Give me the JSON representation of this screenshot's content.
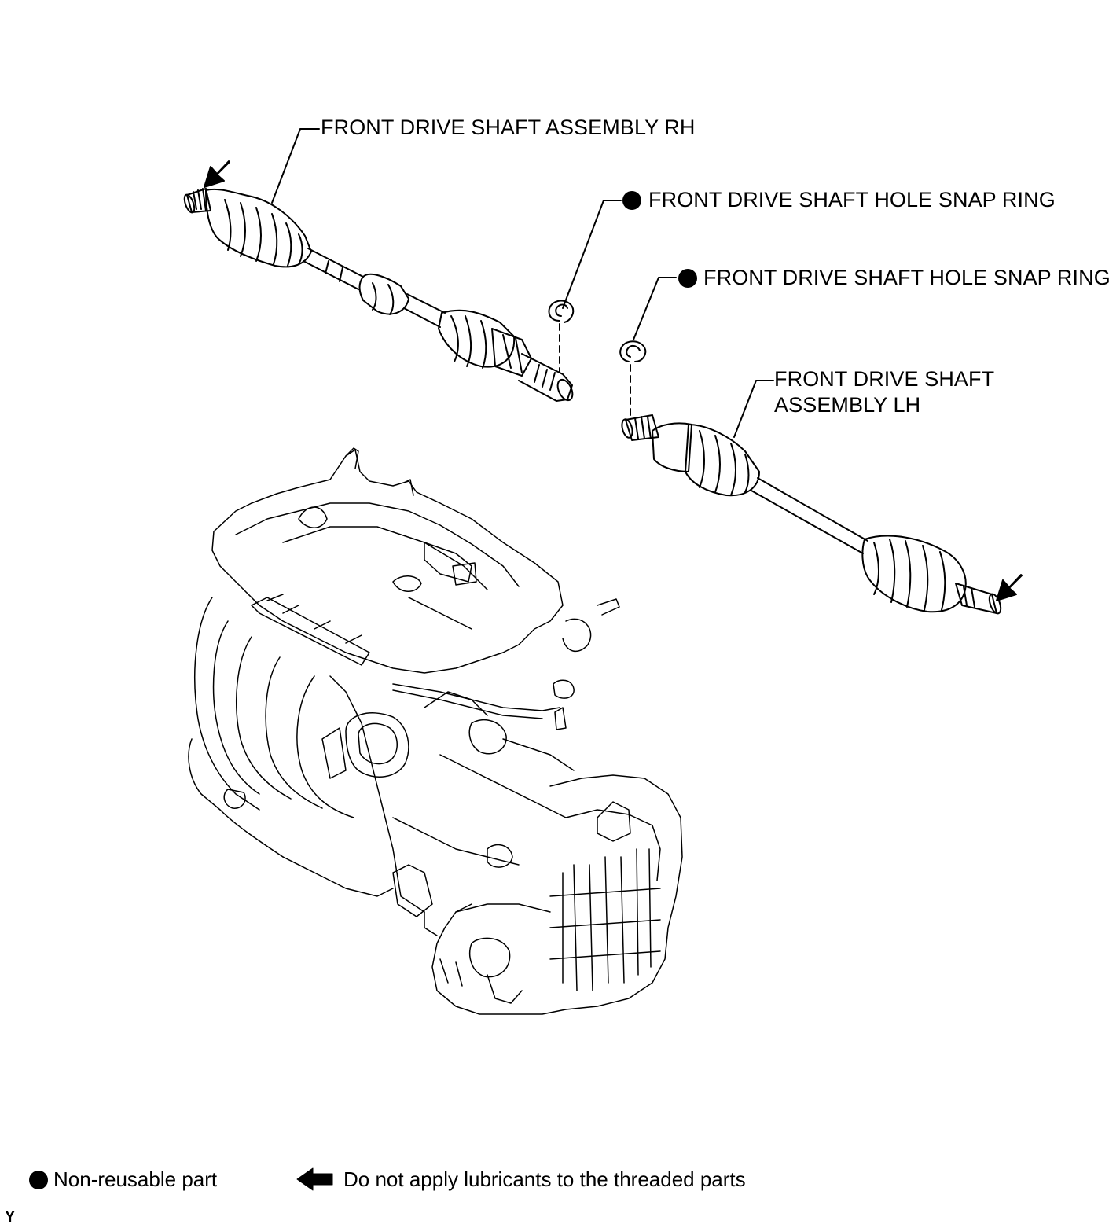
{
  "labels": {
    "rh_shaft": "FRONT DRIVE SHAFT ASSEMBLY RH",
    "snap_ring_rh": "FRONT DRIVE SHAFT HOLE SNAP RING",
    "snap_ring_lh": "FRONT DRIVE SHAFT HOLE SNAP RING",
    "lh_shaft_line1": "FRONT DRIVE SHAFT",
    "lh_shaft_line2": "ASSEMBLY LH"
  },
  "legend": {
    "non_reusable": "Non-reusable part",
    "no_lubricant": "Do not apply lubricants to the threaded parts"
  },
  "figure_code": "Y",
  "symbols": {
    "non_reusable": "filled-circle",
    "no_lubricant": "arrow-left-icon"
  },
  "colors": {
    "line": "#000000",
    "background": "#ffffff"
  }
}
